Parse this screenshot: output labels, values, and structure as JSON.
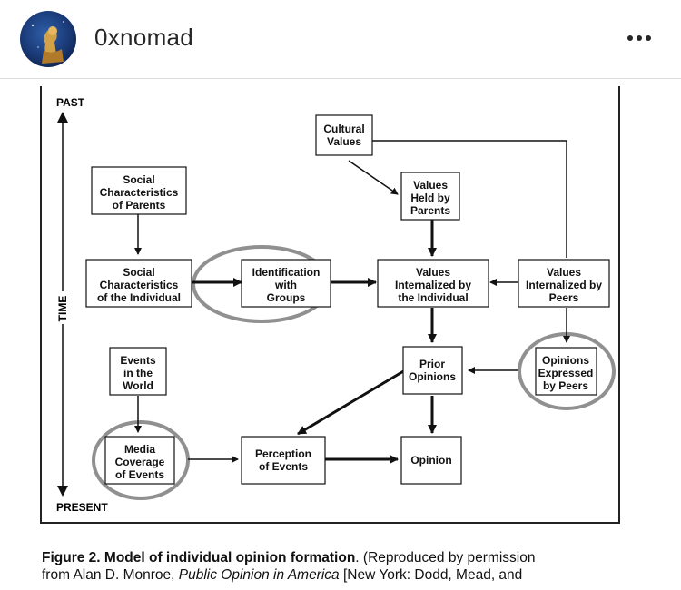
{
  "post": {
    "username": "0xnomad",
    "avatar_icon": "profile-avatar-figure",
    "more_icon": "more-options-icon"
  },
  "diagram": {
    "time": {
      "past": "PAST",
      "time": "TIME",
      "present": "PRESENT"
    },
    "nodes": {
      "cultural_values": [
        "Cultural",
        "Values"
      ],
      "social_parents": [
        "Social",
        "Characteristics",
        "of Parents"
      ],
      "values_parents": [
        "Values",
        "Held by",
        "Parents"
      ],
      "social_individual": [
        "Social",
        "Characteristics",
        "of the Individual"
      ],
      "identification": [
        "Identification",
        "with",
        "Groups"
      ],
      "values_individual": [
        "Values",
        "Internalized by",
        "the Individual"
      ],
      "values_peers": [
        "Values",
        "Internalized by",
        "Peers"
      ],
      "events": [
        "Events",
        "in the",
        "World"
      ],
      "prior_opinions": [
        "Prior",
        "Opinions"
      ],
      "opinions_peers": [
        "Opinions",
        "Expressed",
        "by Peers"
      ],
      "media": [
        "Media",
        "Coverage",
        "of Events"
      ],
      "perception": [
        "Perception",
        "of Events"
      ],
      "opinion": [
        "Opinion"
      ]
    }
  },
  "caption": {
    "title": "Figure 2. Model of individual opinion formation",
    "text1": ". (Reproduced by permission",
    "text2": "from Alan D. Monroe, ",
    "book": "Public Opinion in America",
    "text3": " [New York: Dodd, Mead, and"
  }
}
